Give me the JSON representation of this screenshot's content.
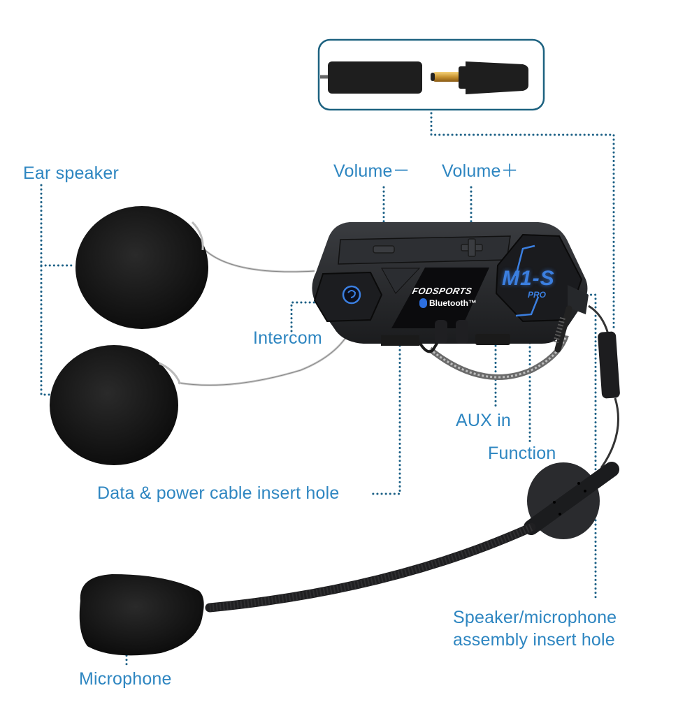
{
  "labels": {
    "ear_speaker": "Ear speaker",
    "volume_minus": "Volume－",
    "volume_plus": "Volume＋",
    "intercom": "Intercom",
    "aux_in": "AUX in",
    "function": "Function",
    "data_power_cable": "Data & power cable insert hole",
    "speaker_mic_assembly": "Speaker/microphone\nassembly insert hole",
    "microphone": "Microphone"
  },
  "device": {
    "brand": "FODSPORTS",
    "bluetooth": "Bluetooth™",
    "model": "M1-S",
    "model_suffix": "PRO"
  },
  "colors": {
    "label": "#2e86c1",
    "leader_line": "#1a5f85",
    "inset_border": "#1d6280",
    "device_body": "#26282b",
    "led_blue": "#3b7fe0"
  },
  "icons": {
    "intercom_button": "helmet-icon",
    "bluetooth": "bluetooth-icon",
    "volume_minus_button": "minus-icon",
    "volume_plus_button": "plus-icon"
  }
}
